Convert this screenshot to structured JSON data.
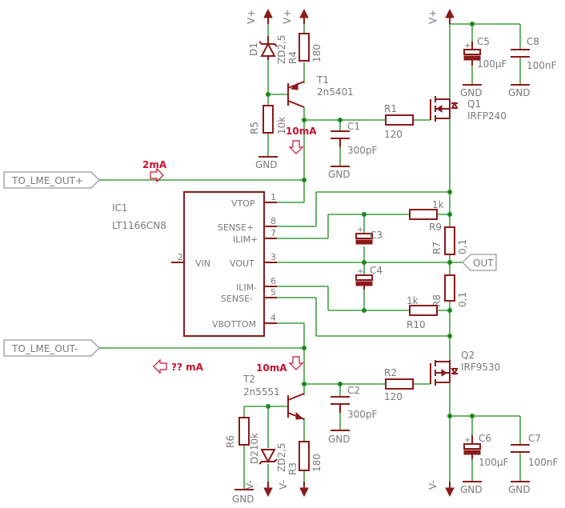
{
  "ports": {
    "lme_out_plus": "TO_LME_OUT+",
    "lme_out_minus": "TO_LME_OUT-",
    "out": "OUT"
  },
  "ic": {
    "ref": "IC1",
    "part": "LT1166CN8",
    "pins": {
      "vtop": "VTOP",
      "vtop_num": "1",
      "sense_plus": "SENSE+",
      "sense_plus_num": "8",
      "ilim_plus": "ILIM+",
      "ilim_plus_num": "7",
      "vin": "VIN",
      "vin_num": "2",
      "vout": "VOUT",
      "vout_num": "3",
      "ilim_minus": "ILIM-",
      "ilim_minus_num": "6",
      "sense_minus": "SENSE-",
      "sense_minus_num": "5",
      "vbottom": "VBOTTOM",
      "vbottom_num": "4"
    }
  },
  "supplies": {
    "vplus": "V+",
    "vminus": "V-",
    "gnd": "GND"
  },
  "components": {
    "d1": {
      "ref": "D1",
      "value": "ZD2,5"
    },
    "r4": {
      "ref": "R4",
      "value": "180"
    },
    "t1": {
      "ref": "T1",
      "value": "2n5401"
    },
    "r5": {
      "ref": "R5",
      "value": "10k"
    },
    "r1": {
      "ref": "R1",
      "value": "120"
    },
    "c1": {
      "ref": "C1",
      "value": "300pF"
    },
    "q1": {
      "ref": "Q1",
      "value": "IRFP240"
    },
    "c5": {
      "ref": "C5",
      "value": "100µF"
    },
    "c8": {
      "ref": "C8",
      "value": "100nF"
    },
    "r9": {
      "ref": "R9",
      "value": "1k"
    },
    "r7": {
      "ref": "R7",
      "value": "0,1"
    },
    "c3": {
      "ref": "C3"
    },
    "c4": {
      "ref": "C4"
    },
    "r8": {
      "ref": "R8",
      "value": "0,1"
    },
    "r10": {
      "ref": "R10",
      "value": "1k"
    },
    "q2": {
      "ref": "Q2",
      "value": "IRF9530"
    },
    "r2": {
      "ref": "R2",
      "value": "120"
    },
    "c2": {
      "ref": "C2",
      "value": "300pF"
    },
    "t2": {
      "ref": "T2",
      "value": "2n5551"
    },
    "r6": {
      "ref": "R6"
    },
    "d2": {
      "ref": "D2",
      "value": "ZD2,5"
    },
    "r6_value": "10k",
    "r3": {
      "ref": "R3",
      "value": "180"
    },
    "c6": {
      "ref": "C6",
      "value": "100µF"
    },
    "c7": {
      "ref": "C7",
      "value": "100nF"
    }
  },
  "annotations": {
    "i_top": "10mA",
    "i_in": "2mA",
    "i_bottom": "10mA",
    "i_unknown": "?? mA"
  }
}
